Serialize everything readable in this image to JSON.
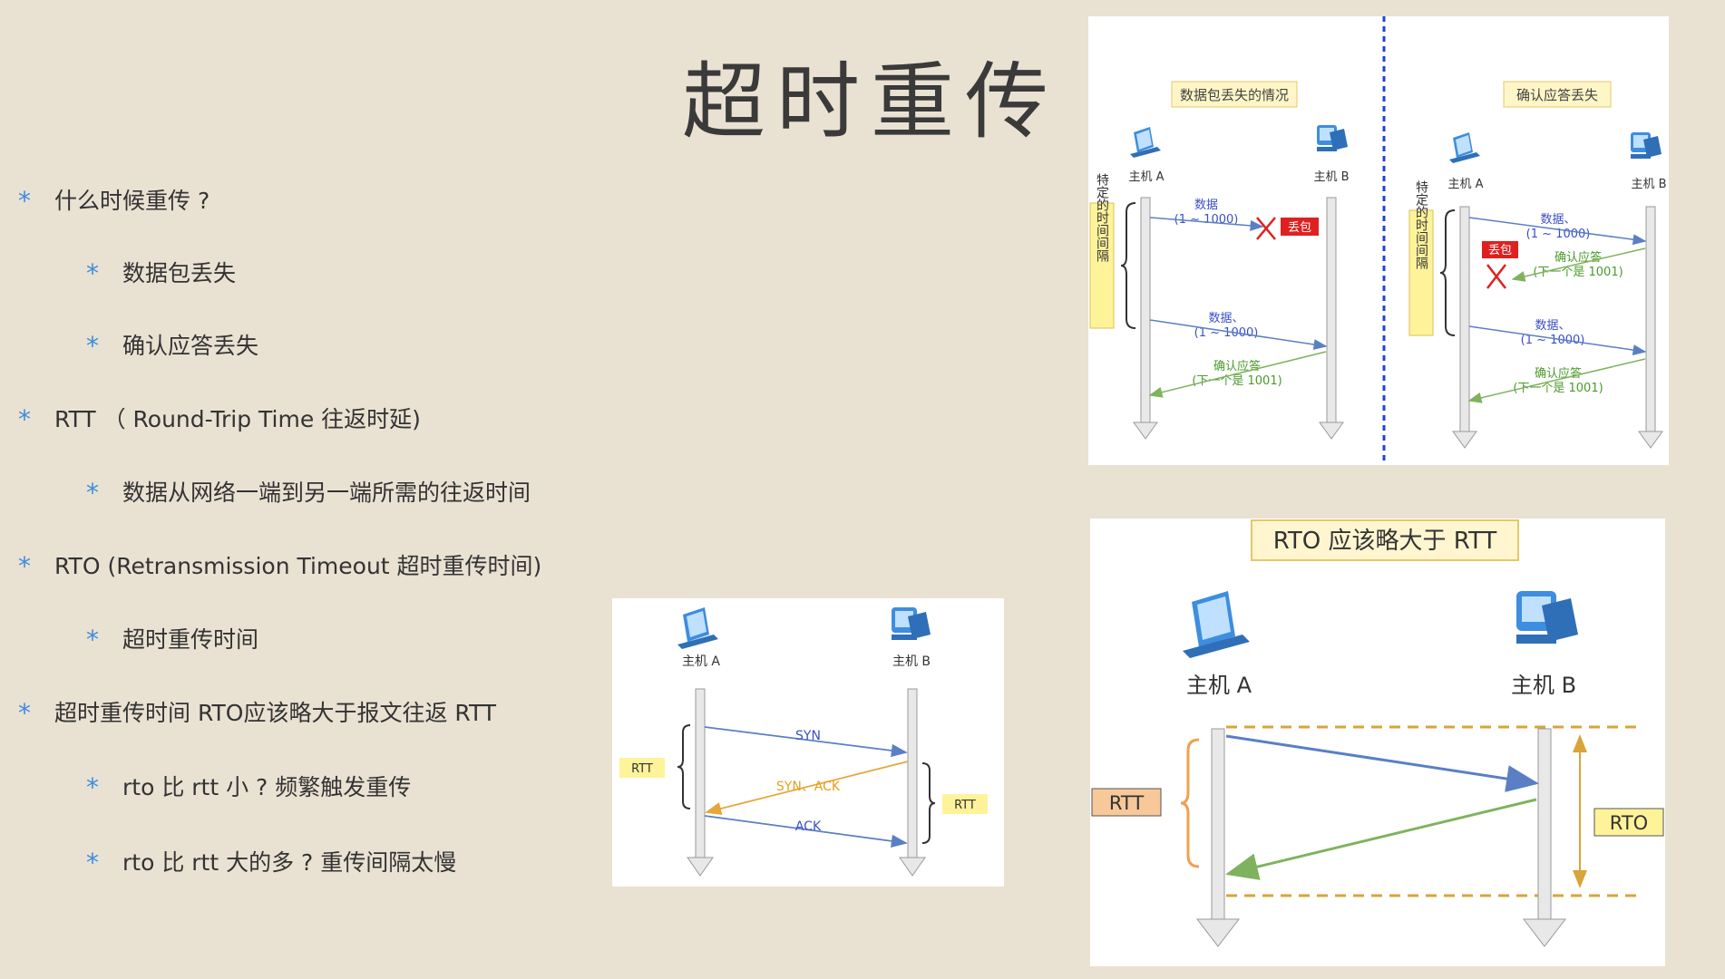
{
  "title": "超时重传",
  "bullets": [
    {
      "text": "什么时候重传 ?",
      "level": 0
    },
    {
      "text": "数据包丢失",
      "level": 1
    },
    {
      "text": "确认应答丢失",
      "level": 1
    },
    {
      "text": "RTT  （ Round-Trip Time 往返时延)",
      "level": 0
    },
    {
      "text": "数据从网络一端到另一端所需的往返时间",
      "level": 1
    },
    {
      "text": "RTO  (Retransmission Timeout 超时重传时间)",
      "level": 0
    },
    {
      "text": "超时重传时间",
      "level": 1
    },
    {
      "text": "超时重传时间 RTO应该略大于报文往返 RTT",
      "level": 0
    },
    {
      "text": "rto 比 rtt 小 ? 频繁触发重传",
      "level": 1
    },
    {
      "text": "rto 比 rtt 大的多 ? 重传间隔太慢",
      "level": 1
    }
  ],
  "bullet_icon": "asterisk-icon",
  "colors": {
    "background": "#e9e1d2",
    "accent_blue": "#3d8de0",
    "arrow_blue": "#5b7fc4",
    "arrow_green": "#7fb25e",
    "arrow_orange": "#e6a63a",
    "label_yellow": "#fff3a0",
    "label_red": "#e02020",
    "dashed_gold": "#d9a43a"
  },
  "diagram_loss": {
    "left": {
      "caption": "数据包丢失的情况",
      "host_a": "主机 A",
      "host_b": "主机 B",
      "interval": "特定的时间间隔",
      "msg1": "数据",
      "msg1_range": "(1 ~ 1000)",
      "lost": "丢包",
      "msg2": "数据、",
      "msg2_range": "(1 ~ 1000)",
      "ack": "确认应答",
      "ack_next": "(下一个是 1001)"
    },
    "right": {
      "caption": "确认应答丢失",
      "host_a": "主机 A",
      "host_b": "主机 B",
      "interval": "特定的时间间隔",
      "msg1": "数据、",
      "msg1_range": "(1 ~ 1000)",
      "lost": "丢包",
      "ack1": "确认应答",
      "ack1_next": "(下一个是 1001)",
      "msg2": "数据、",
      "msg2_range": "(1 ~ 1000)",
      "ack2": "确认应答",
      "ack2_next": "(下一个是 1001)"
    }
  },
  "diagram_handshake": {
    "host_a": "主机 A",
    "host_b": "主机 B",
    "syn": "SYN",
    "synack": "SYN、ACK",
    "ack": "ACK",
    "rtt_left": "RTT",
    "rtt_right": "RTT"
  },
  "diagram_rto": {
    "caption": "RTO 应该略大于 RTT",
    "host_a": "主机 A",
    "host_b": "主机 B",
    "rtt": "RTT",
    "rto": "RTO"
  }
}
